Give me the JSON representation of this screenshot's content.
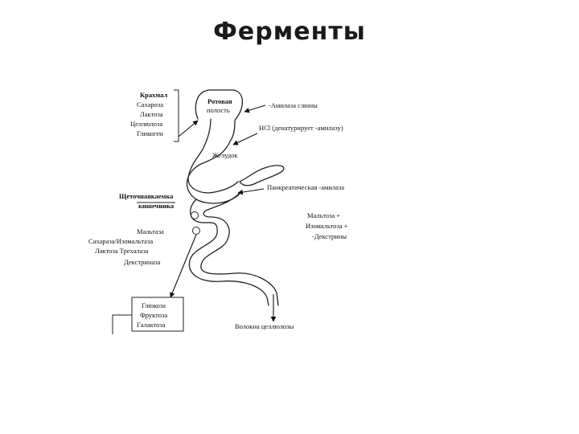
{
  "title": "Ферменты",
  "diagram": {
    "substrates": [
      "Крахмал",
      "Сахароза",
      "Лактоза",
      "Целлюлоза",
      "Гликоген"
    ],
    "mouth_line1": "Ротовая",
    "mouth_line2": "полость",
    "amylase_saliva": "-Амилаза слюны",
    "hcl": "HCl  (денатурирует      -амилазу)",
    "stomach": "Желудок",
    "pancreatic": "Панкреатическая   -амилаза",
    "brush_line1": "Щеточнаякаемка",
    "brush_line2": "кишечника",
    "products": [
      "Мальтоза    +",
      "Изомальтоза +",
      "-Декстрины"
    ],
    "brush_enzymes": [
      "Мальтаза",
      "Сахараза/Изомальтаза",
      "Лактоза      Трехалаза",
      "Декстриназа"
    ],
    "monosaccharides": [
      "Глюкоза",
      "Фруктоза",
      "Галактоза"
    ],
    "fiber": "Волокна целлюлозы"
  }
}
